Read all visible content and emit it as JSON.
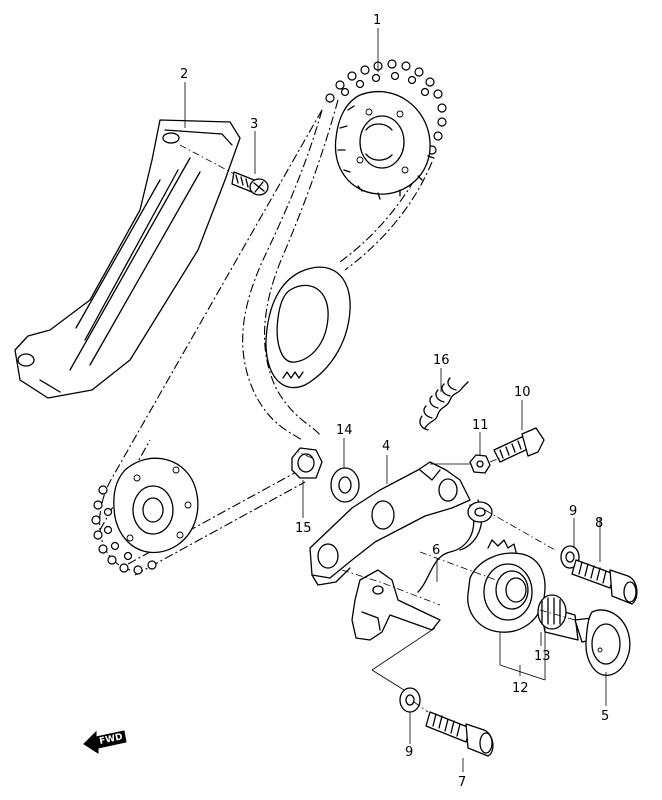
{
  "diagram": {
    "callouts": [
      {
        "id": "p1",
        "number": "1"
      },
      {
        "id": "p2",
        "number": "2"
      },
      {
        "id": "p3",
        "number": "3"
      },
      {
        "id": "p4",
        "number": "4"
      },
      {
        "id": "p5",
        "number": "5"
      },
      {
        "id": "p6",
        "number": "6"
      },
      {
        "id": "p7",
        "number": "7"
      },
      {
        "id": "p8",
        "number": "8"
      },
      {
        "id": "p9a",
        "number": "9"
      },
      {
        "id": "p9b",
        "number": "9"
      },
      {
        "id": "p10",
        "number": "10"
      },
      {
        "id": "p11",
        "number": "11"
      },
      {
        "id": "p12",
        "number": "12"
      },
      {
        "id": "p13",
        "number": "13"
      },
      {
        "id": "p14",
        "number": "14"
      },
      {
        "id": "p15",
        "number": "15"
      },
      {
        "id": "p16",
        "number": "16"
      }
    ],
    "direction_arrow": {
      "text": "FWD",
      "icon": "forward-arrow-icon"
    }
  }
}
